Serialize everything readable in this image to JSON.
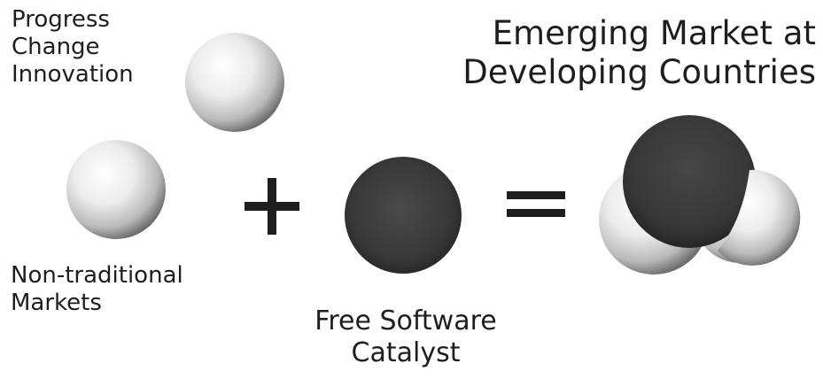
{
  "labels": {
    "top_left": [
      "Progress",
      "Change",
      "Innovation"
    ],
    "bottom_left": [
      "Non-traditional",
      "Markets"
    ],
    "catalyst": [
      "Free Software",
      "Catalyst"
    ],
    "title": [
      "Emerging Market at",
      "Developing Countries"
    ]
  },
  "operators": {
    "plus": "+",
    "equals": "="
  },
  "colors": {
    "light_sphere": "#e9e9e9",
    "dark_sphere": "#3a3a3a",
    "text": "#1e1e1e"
  }
}
